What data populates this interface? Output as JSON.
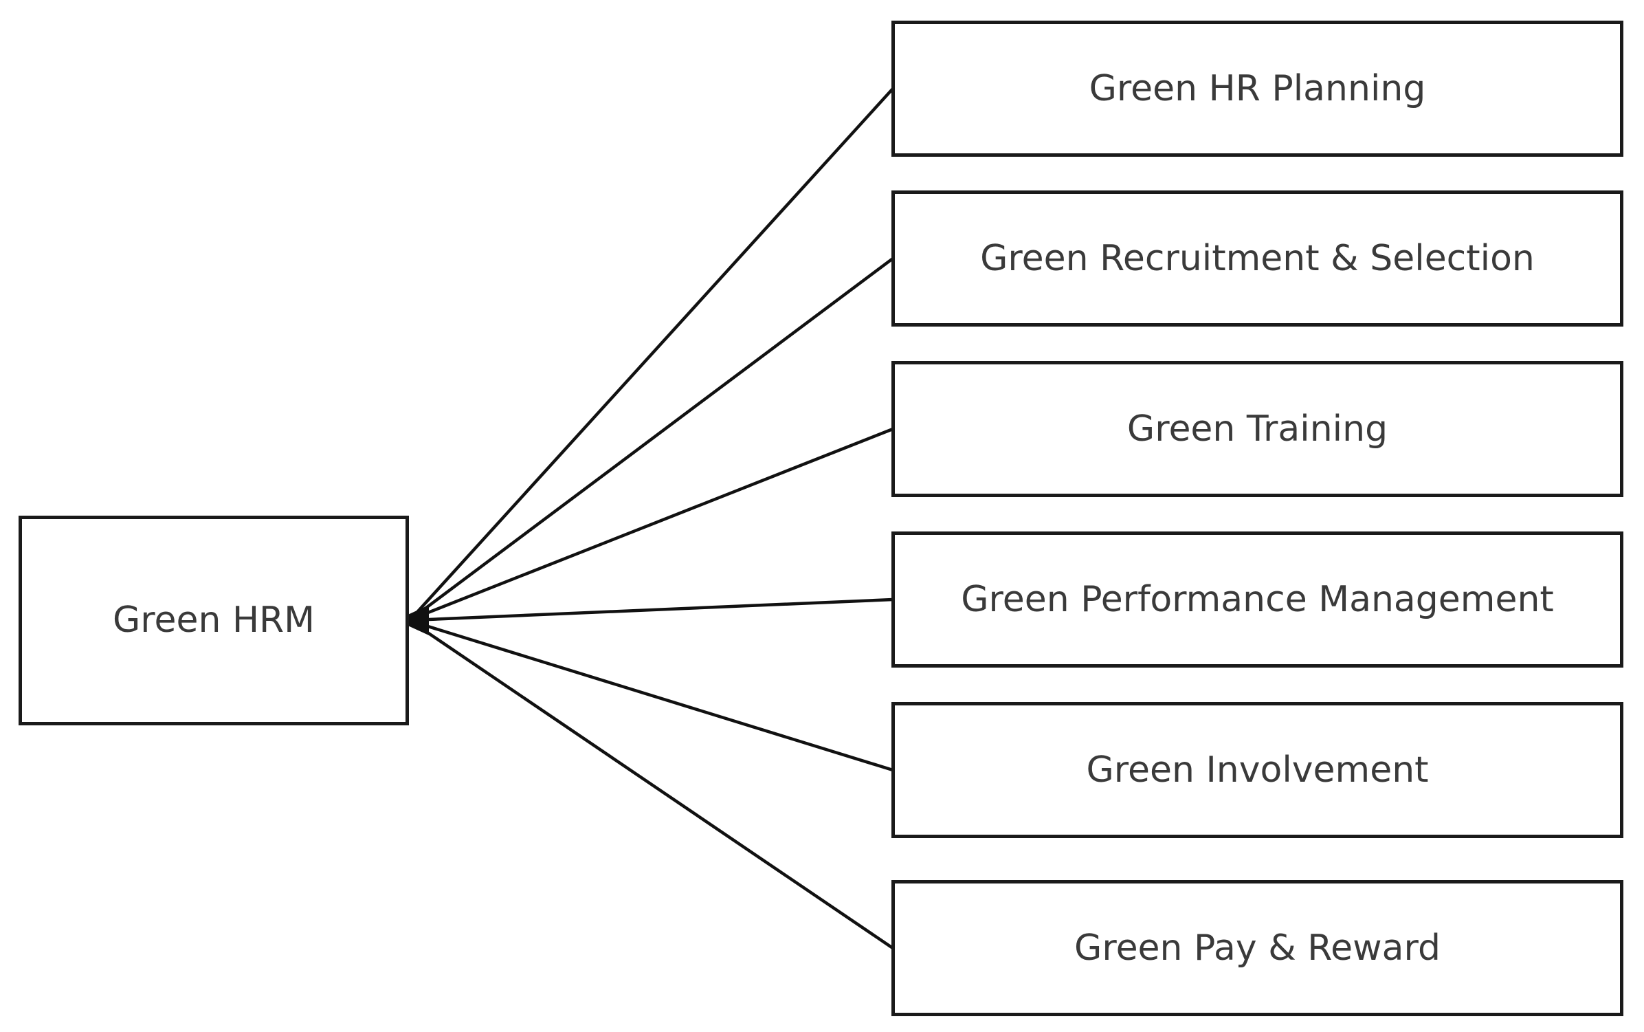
{
  "diagram": {
    "root": {
      "label": "Green HRM"
    },
    "children": [
      {
        "label": "Green HR Planning"
      },
      {
        "label": "Green Recruitment & Selection"
      },
      {
        "label": "Green Training"
      },
      {
        "label": "Green Performance Management"
      },
      {
        "label": "Green Involvement"
      },
      {
        "label": "Green Pay & Reward"
      }
    ],
    "colors": {
      "box_border": "#1a1a1a",
      "box_fill": "#ffffff",
      "text": "#3a3a3a",
      "connector": "#111111",
      "background": "#ffffff"
    },
    "connector_style": "six straight lines fanning from an arrowhead at the right edge of the root box to the left-edge midpoints of the six child boxes"
  }
}
